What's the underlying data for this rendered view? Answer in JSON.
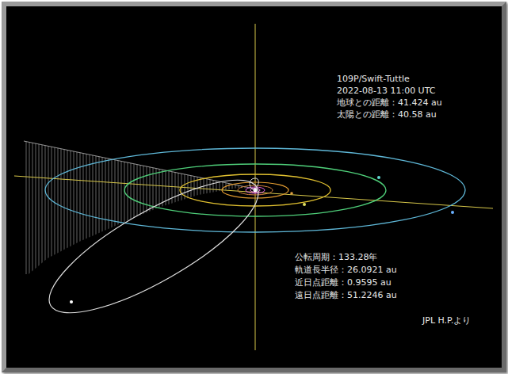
{
  "diagram": {
    "labels": [
      "109P/Swift-Tuttle",
      "2022-08-13 11:00 UTC",
      "地球との距離：41.424 au",
      "太陽との距離：40.58 au",
      "公転周期：133.28年",
      "軌道長半径：26.0921 au",
      "近日点距離：0.9595 au",
      "遠日点距離：51.2246 au",
      "JPL H.P.より"
    ]
  }
}
